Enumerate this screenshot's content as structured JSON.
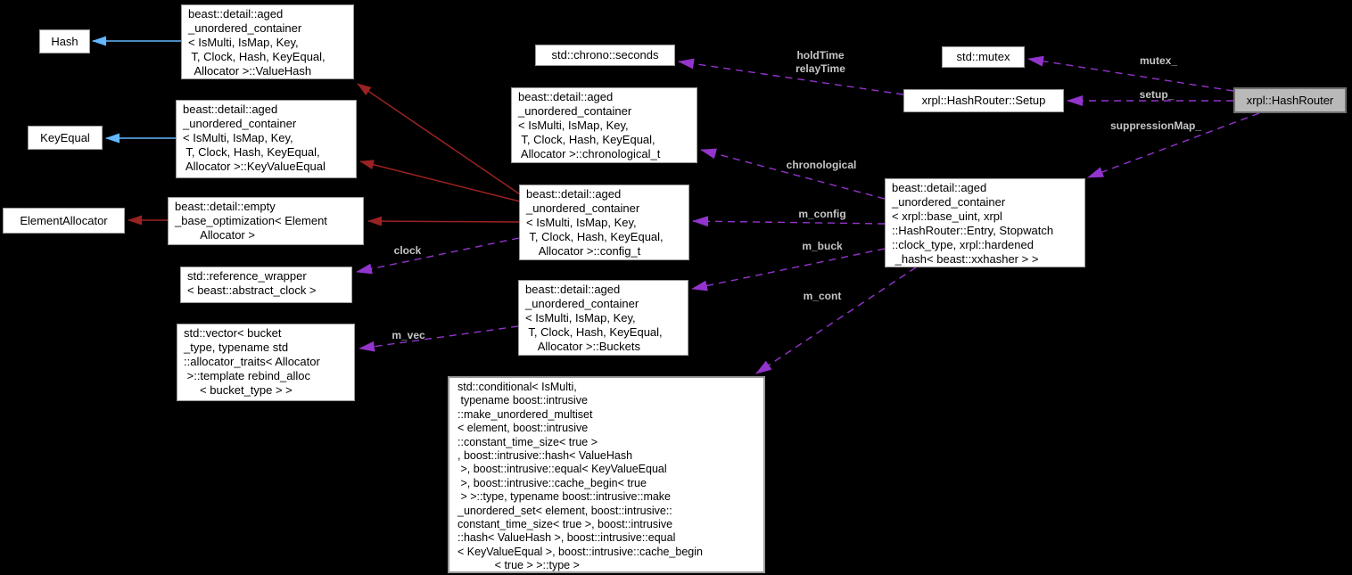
{
  "diagram": {
    "type": "doxygen-collaboration-diagram",
    "colors": {
      "background": "#000000",
      "node_fill": "#ffffff",
      "node_border": "#9a9a9a",
      "node_text": "#000000",
      "highlight_node_fill": "#b9b9b9",
      "public_inheritance_arrow": "#63b8ff",
      "private_inheritance_arrow": "#9b2222",
      "usage_arrow": "#9334cd",
      "edge_label_text": "#c5c5c5"
    },
    "nodes": {
      "hash": {
        "lines": [
          "Hash"
        ]
      },
      "keyequal": {
        "lines": [
          "KeyEqual"
        ]
      },
      "elementallocator": {
        "lines": [
          "ElementAllocator"
        ]
      },
      "valuehash": {
        "lines": [
          "beast::detail::aged",
          "_unordered_container",
          "< IsMulti, IsMap, Key,",
          " T, Clock, Hash, KeyEqual,",
          "  Allocator >::ValueHash"
        ]
      },
      "keyvalueequal": {
        "lines": [
          "beast::detail::aged",
          "_unordered_container",
          "< IsMulti, IsMap, Key,",
          " T, Clock, Hash, KeyEqual,",
          " Allocator >::KeyValueEqual"
        ]
      },
      "emptybase": {
        "lines": [
          "beast::detail::empty",
          "_base_optimization< Element",
          "        Allocator >"
        ]
      },
      "refwrapper": {
        "lines": [
          "std::reference_wrapper",
          "< beast::abstract_clock >"
        ]
      },
      "vector": {
        "lines": [
          "std::vector< bucket",
          "_type, typename std",
          "::allocator_traits< Allocator",
          " >::template rebind_alloc",
          "     < bucket_type > >"
        ]
      },
      "seconds": {
        "lines": [
          "std::chrono::seconds"
        ]
      },
      "chronologicalt": {
        "lines": [
          "beast::detail::aged",
          "_unordered_container",
          "< IsMulti, IsMap, Key,",
          " T, Clock, Hash, KeyEqual,",
          " Allocator >::chronological_t"
        ]
      },
      "configt": {
        "lines": [
          "beast::detail::aged",
          "_unordered_container",
          "< IsMulti, IsMap, Key,",
          " T, Clock, Hash, KeyEqual,",
          "    Allocator >::config_t"
        ]
      },
      "buckets": {
        "lines": [
          "beast::detail::aged",
          "_unordered_container",
          "< IsMulti, IsMap, Key,",
          " T, Clock, Hash, KeyEqual,",
          "    Allocator >::Buckets"
        ]
      },
      "conditional": {
        "lines": [
          "std::conditional< IsMulti,",
          " typename boost::intrusive",
          "::make_unordered_multiset",
          "< element, boost::intrusive",
          "::constant_time_size< true >",
          ", boost::intrusive::hash< ValueHash",
          " >, boost::intrusive::equal< KeyValueEqual",
          " >, boost::intrusive::cache_begin< true",
          " > >::type, typename boost::intrusive::make",
          "_unordered_set< element, boost::intrusive::",
          "constant_time_size< true >, boost::intrusive",
          "::hash< ValueHash >, boost::intrusive::equal",
          "< KeyValueEqual >, boost::intrusive::cache_begin",
          "            < true > >::type >"
        ]
      },
      "mutex": {
        "lines": [
          "std::mutex"
        ]
      },
      "setup": {
        "lines": [
          "xrpl::HashRouter::Setup"
        ]
      },
      "hashrouter": {
        "lines": [
          "xrpl::HashRouter"
        ]
      },
      "container": {
        "lines": [
          "beast::detail::aged",
          "_unordered_container",
          "< xrpl::base_uint, xrpl",
          "::HashRouter::Entry, Stopwatch",
          "::clock_type, xrpl::hardened",
          " _hash< beast::xxhasher > >"
        ]
      }
    },
    "edge_labels": {
      "clock": "clock",
      "m_vec": "m_vec",
      "holdTime": "holdTime",
      "relayTime": "relayTime",
      "mutex_": "mutex_",
      "setup_": "setup_",
      "suppressionMap_": "suppressionMap_",
      "chronological": "chronological",
      "m_config": "m_config",
      "m_buck": "m_buck",
      "m_cont": "m_cont"
    }
  }
}
